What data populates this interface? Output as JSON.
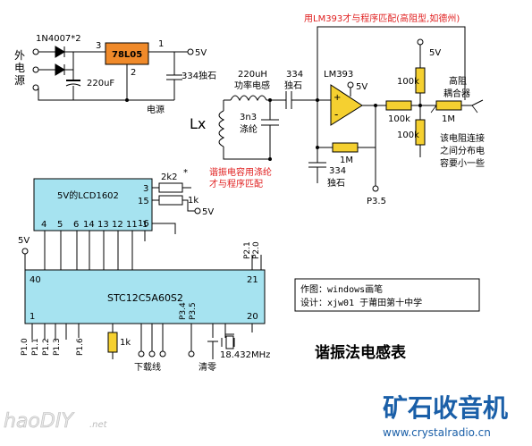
{
  "power": {
    "diode_label": "1N4007*2",
    "input_label": [
      "外",
      "电",
      "源"
    ],
    "reg_label": "78L05",
    "pin1": "1",
    "pin2": "2",
    "pin3": "3",
    "out_label": "5V",
    "cap1": "220uF",
    "cap2": "334独石",
    "caption": "电源"
  },
  "osc": {
    "top_note": "用LM393才与程序匹配(高阻型,如德州)",
    "inductor": "220uH",
    "inductor_name": "功率电感",
    "cap_334": "334",
    "cap_334_b": "独石",
    "lx": "Lx",
    "cap_3n3": "3n3",
    "cap_3n3_b": "涤纶",
    "red_note_1": "谐振电容用涤纶",
    "red_note_2": "才与程序匹配",
    "ic": "LM393",
    "vcc": "5V",
    "r_feedback": "1M",
    "cap_ground": "334",
    "cap_ground_b": "独石",
    "p35": "P3.5",
    "r_top": "100k",
    "r_mid": "100k",
    "r_bot": "100k",
    "r_out": "1M",
    "vcc_top": "5V",
    "hi_z_1": "高阻",
    "hi_z_2": "耦合器",
    "note_1": "该电阻连接",
    "note_2": "之间分布电",
    "note_3": "容要小一些"
  },
  "lcd": {
    "label": "5V的LCD1602",
    "pin3": "3",
    "pin15": "15",
    "pin16": "16",
    "bottom_pins": [
      "4",
      "5",
      "6",
      "14",
      "13",
      "12",
      "11",
      "1"
    ],
    "r_contrast": "2k2",
    "star": "*",
    "r_backlight": "1k",
    "vcc": "5V"
  },
  "mcu": {
    "label": "STC12C5A60S2",
    "pin40": "40",
    "pin21": "21",
    "pin1": "1",
    "pin20": "20",
    "vcc": "5V",
    "p2_0": "P2.0",
    "p2_1": "P2.1",
    "p3_5": "P3.5",
    "p3_4": "P3.4",
    "p1_3": "P1.3",
    "p1_2": "P1.2",
    "p1_1": "P1.1",
    "p1_0": "P1.0",
    "p1_6": "P1.6",
    "r_1k": "1k",
    "download": "下载线",
    "clear": "清零",
    "crystal": "18.432MHz"
  },
  "credits": {
    "line1": "作图：windows画笔",
    "line2": "设计：xjw01 于莆田第十中学"
  },
  "title": "谐振法电感表",
  "brand": {
    "left": "haoDIY",
    "left_suffix": ".net",
    "right_cn": "矿石收音机",
    "right_url": "www.crystalradio.cn"
  },
  "colors": {
    "resistor_fill": "#f5d030",
    "reg_fill": "#f08a2a",
    "red_text": "#e02020",
    "brand_blue": "#1a5fa8"
  }
}
